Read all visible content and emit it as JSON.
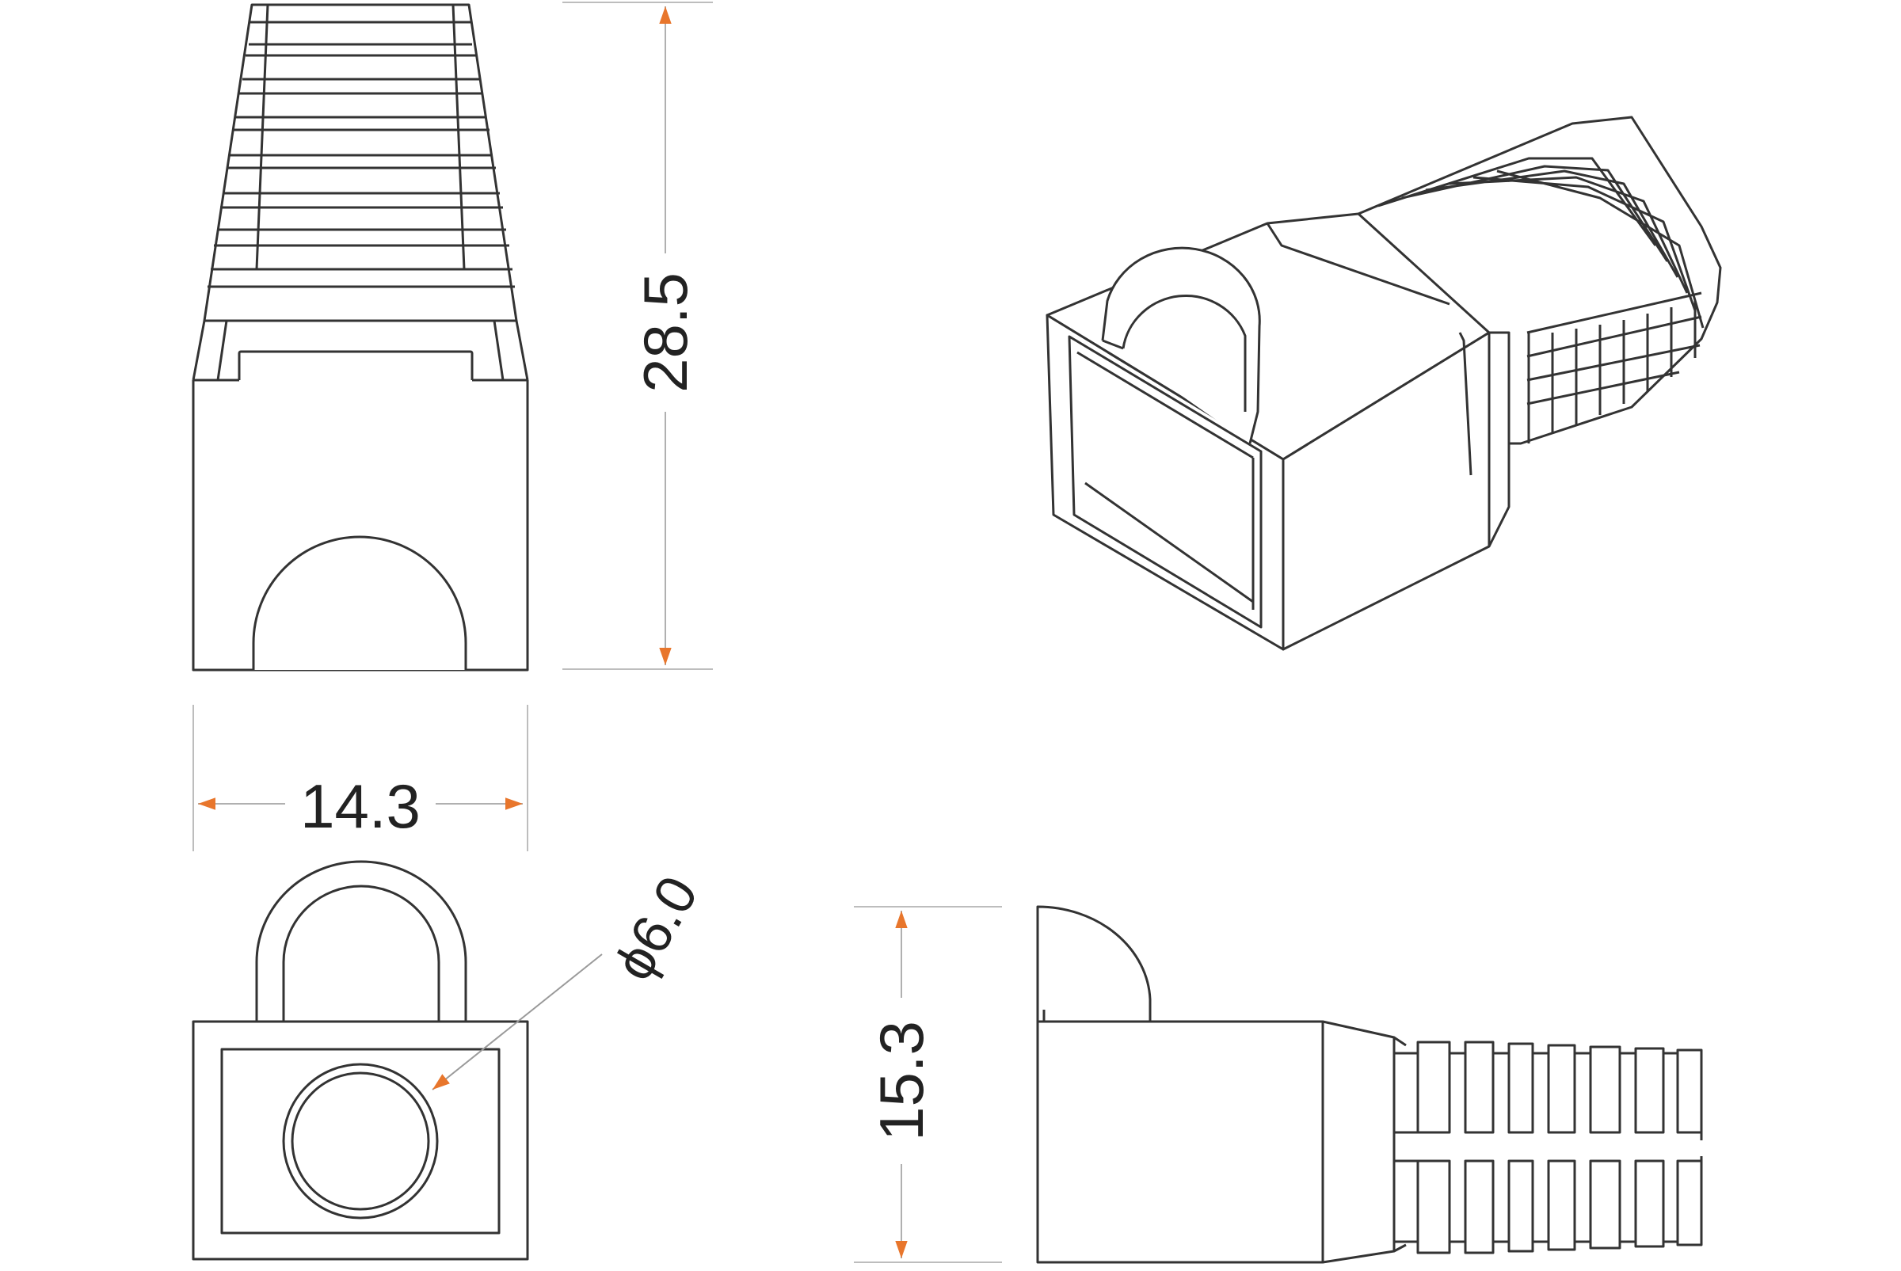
{
  "drawing": {
    "views": [
      "front-view",
      "isometric-view",
      "end-view",
      "side-view"
    ],
    "dimensions": {
      "height": "28.5",
      "width": "14.3",
      "hole_diameter": "ϕ6.0",
      "side_height": "15.3"
    },
    "colors": {
      "line": "#333333",
      "extension": "#bdbdbd",
      "leader": "#9a9a9a",
      "arrow": "#e8762c",
      "background": "#ffffff"
    }
  }
}
